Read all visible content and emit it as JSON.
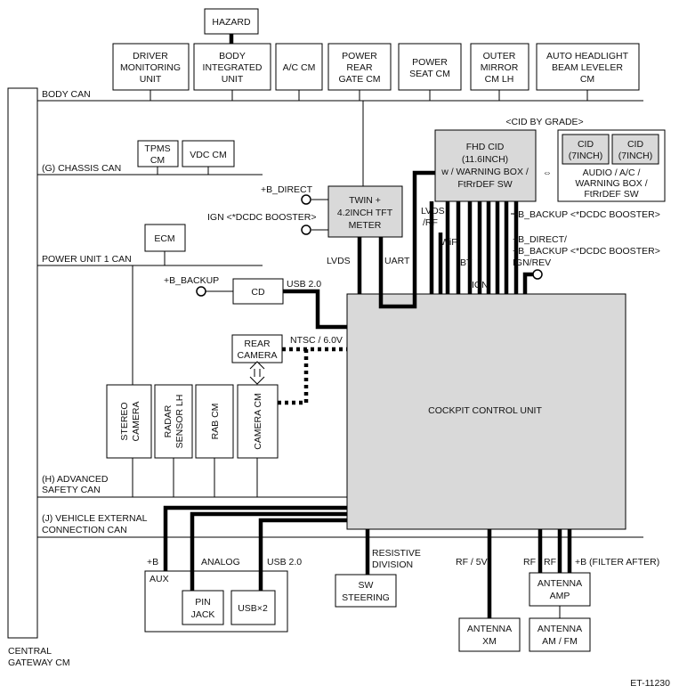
{
  "diagram_id": "ET-11230",
  "buses": {
    "body_can": "BODY CAN",
    "chassis_can": "(G) CHASSIS CAN",
    "power_unit1_can": "POWER UNIT 1 CAN",
    "advanced_safety_can": [
      "(H) ADVANCED",
      "SAFETY CAN"
    ],
    "vehicle_external_can": [
      "(J) VEHICLE EXTERNAL",
      "CONNECTION CAN"
    ]
  },
  "gateway": [
    "CENTRAL",
    "GATEWAY CM"
  ],
  "top_modules": {
    "hazard": "HAZARD",
    "driver_monitoring": [
      "DRIVER",
      "MONITORING",
      "UNIT"
    ],
    "body_integrated": [
      "BODY",
      "INTEGRATED",
      "UNIT"
    ],
    "ac_cm": "A/C CM",
    "power_rear_gate": [
      "POWER",
      "REAR",
      "GATE CM"
    ],
    "power_seat": [
      "POWER",
      "SEAT CM"
    ],
    "outer_mirror": [
      "OUTER",
      "MIRROR",
      "CM LH"
    ],
    "auto_headlight": [
      "AUTO HEADLIGHT",
      "BEAM LEVELER",
      "CM"
    ]
  },
  "chassis_modules": {
    "tpms": [
      "TPMS",
      "CM"
    ],
    "vdc": "VDC CM"
  },
  "ecm": "ECM",
  "meter": [
    "TWIN +",
    "4.2INCH TFT",
    "METER"
  ],
  "meter_inputs": {
    "b_direct": "+B_DIRECT",
    "ign": "IGN <*DCDC BOOSTER>"
  },
  "fhd_cid": [
    "FHD CID",
    "(11.6INCH)",
    "w / WARNING BOX /",
    "FtRrDEF SW"
  ],
  "cid_by_grade": "<CID BY GRADE>",
  "cid_small": [
    "CID",
    "(7INCH)"
  ],
  "cid_group_caption": [
    "AUDIO / A/C /",
    "WARNING BOX /",
    "FtRrDEF SW"
  ],
  "swap_symbol": "⇔",
  "signals": {
    "lvds_rf": [
      "LVDS",
      "/RF"
    ],
    "wifi": "WiFi",
    "bt": "BT",
    "ign": "IGN",
    "lvds": "LVDS",
    "uart": "UART",
    "b_backup_dcdc": "+B_BACKUP <*DCDC BOOSTER>",
    "b_direct_dcdc": [
      "+B_DIRECT/",
      "+B_BACKUP <*DCDC BOOSTER>",
      "IGN/REV"
    ],
    "b_backup": "+B_BACKUP",
    "usb_2_0": "USB 2.0",
    "ntsc": "NTSC / 6.0V",
    "b": "+B",
    "analog": "ANALOG",
    "usb_2_0_b": "USB 2.0",
    "resistive": [
      "RESISTIVE",
      "DIVISION"
    ],
    "rf_5v": "RF / 5V",
    "rf1": "RF",
    "rf2": "RF",
    "b_filter": "+B (FILTER AFTER)"
  },
  "cd": "CD",
  "rear_camera": [
    "REAR",
    "CAMERA"
  ],
  "vertical_modules": {
    "stereo_camera": [
      "STEREO",
      "CAMERA"
    ],
    "radar_sensor": [
      "RADAR",
      "SENSOR LH"
    ],
    "rab_cm": "RAB CM",
    "camera_cm": "CAMERA CM"
  },
  "cockpit_control_unit": "COCKPIT CONTROL UNIT",
  "aux": "AUX",
  "pin_jack": [
    "PIN",
    "JACK"
  ],
  "usb_x2": "USB×2",
  "sw_steering": [
    "SW",
    "STEERING"
  ],
  "antenna_xm": [
    "ANTENNA",
    "XM"
  ],
  "antenna_amp": [
    "ANTENNA",
    "AMP"
  ],
  "antenna_am_fm": [
    "ANTENNA",
    "AM / FM"
  ]
}
